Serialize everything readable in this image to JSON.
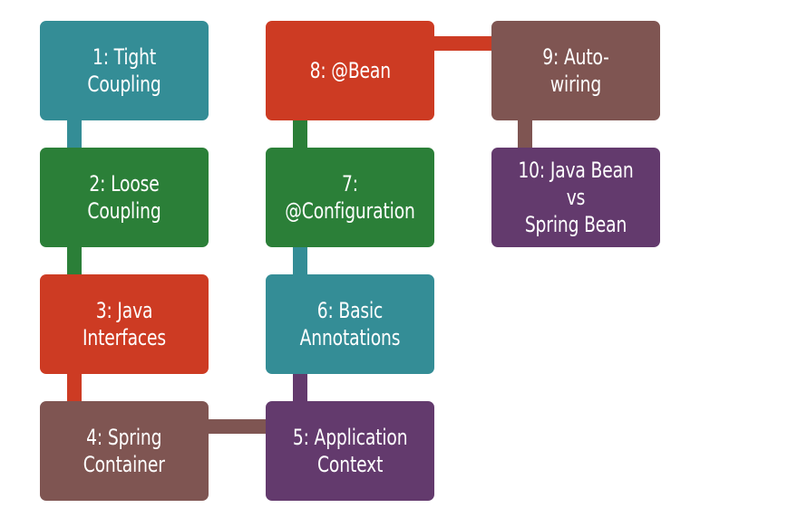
{
  "colors": {
    "teal": "#348d96",
    "green": "#2b7f38",
    "red": "#cd3b23",
    "brown": "#7f5552",
    "purple": "#633a6d"
  },
  "steps": [
    {
      "label": "1: Tight Coupling",
      "color": "teal"
    },
    {
      "label": "2: Loose Coupling",
      "color": "green"
    },
    {
      "label": "3: Java Interfaces",
      "color": "red"
    },
    {
      "label": "4: Spring\nContainer",
      "color": "brown"
    },
    {
      "label": "5: Application\nContext",
      "color": "purple"
    },
    {
      "label": "6: Basic\nAnnotations",
      "color": "teal"
    },
    {
      "label": "7:\n@Configuration",
      "color": "green"
    },
    {
      "label": "8: @Bean",
      "color": "red"
    },
    {
      "label": "9: Auto-wiring",
      "color": "brown"
    },
    {
      "label": "10: Java Bean vs\nSpring Bean",
      "color": "purple"
    }
  ]
}
